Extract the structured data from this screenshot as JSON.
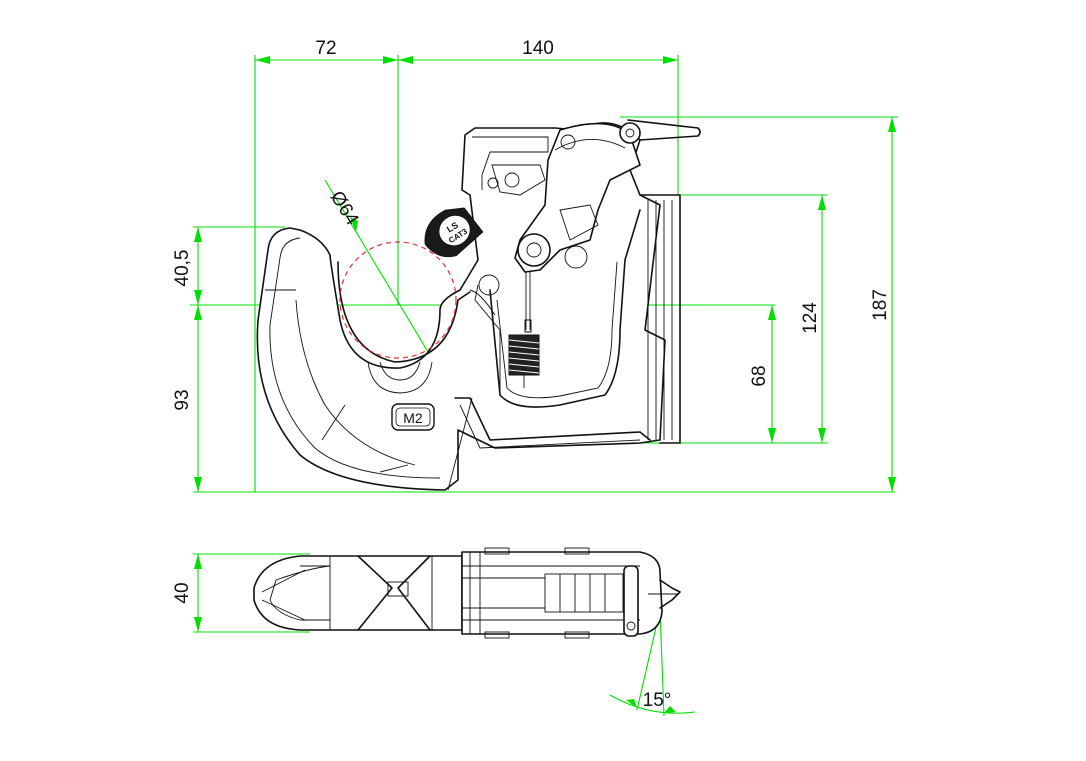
{
  "drawing": {
    "dimensions": {
      "width_left": "72",
      "width_right": "140",
      "diameter": "Ø64",
      "height_upper": "40,5",
      "height_lower": "93",
      "height_inner": "68",
      "height_side": "124",
      "height_total": "187",
      "thickness": "40",
      "angle": "15°"
    },
    "labels": {
      "plate_line1": "LS",
      "plate_line2": "CAT3",
      "stamp": "M2"
    }
  }
}
